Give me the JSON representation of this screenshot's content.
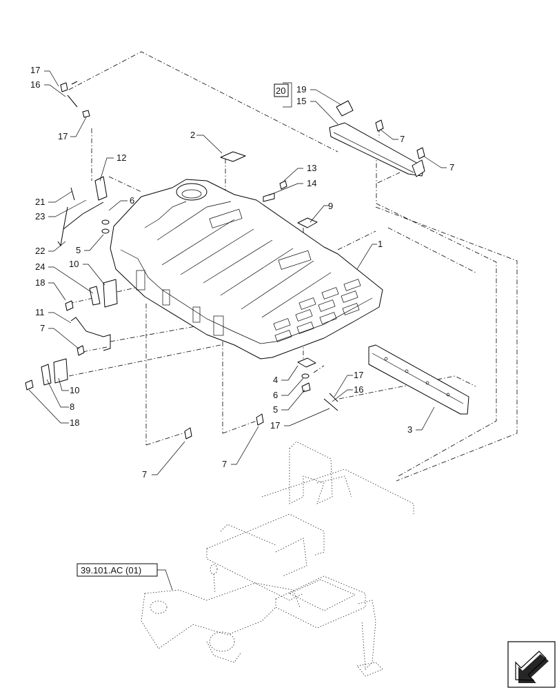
{
  "diagram": {
    "callouts": {
      "c1": "1",
      "c2": "2",
      "c3": "3",
      "c4": "4",
      "c5a": "5",
      "c5b": "5",
      "c6a": "6",
      "c6b": "6",
      "c7a": "7",
      "c7b": "7",
      "c7c": "7",
      "c7d": "7",
      "c7e": "7",
      "c8": "8",
      "c9": "9",
      "c10a": "10",
      "c10b": "10",
      "c11": "11",
      "c12": "12",
      "c13": "13",
      "c14": "14",
      "c15": "15",
      "c16a": "16",
      "c16b": "16",
      "c17a": "17",
      "c17b": "17",
      "c17c": "17",
      "c17d": "17",
      "c18a": "18",
      "c18b": "18",
      "c19": "19",
      "c20": "20",
      "c21": "21",
      "c22": "22",
      "c23": "23",
      "c24": "24"
    },
    "reference_label": "39.101.AC (01)",
    "nav_icon": "next-page-arrow-icon"
  }
}
